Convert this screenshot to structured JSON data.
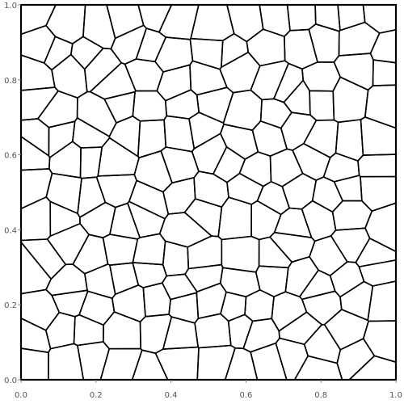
{
  "figure": {
    "type": "voronoi-mesh",
    "x_range": [
      0,
      1
    ],
    "y_range": [
      0,
      1
    ],
    "x_tick_labels": [
      "0.0",
      "0.2",
      "0.4",
      "0.6",
      "0.8",
      "1.0"
    ],
    "y_tick_labels": [
      "0.0",
      "0.2",
      "0.4",
      "0.6",
      "0.8",
      "1.0"
    ],
    "line_color": "#000000",
    "frame_color": "#888888",
    "tick_label_color": "#555555",
    "background_color": "#ffffff"
  }
}
